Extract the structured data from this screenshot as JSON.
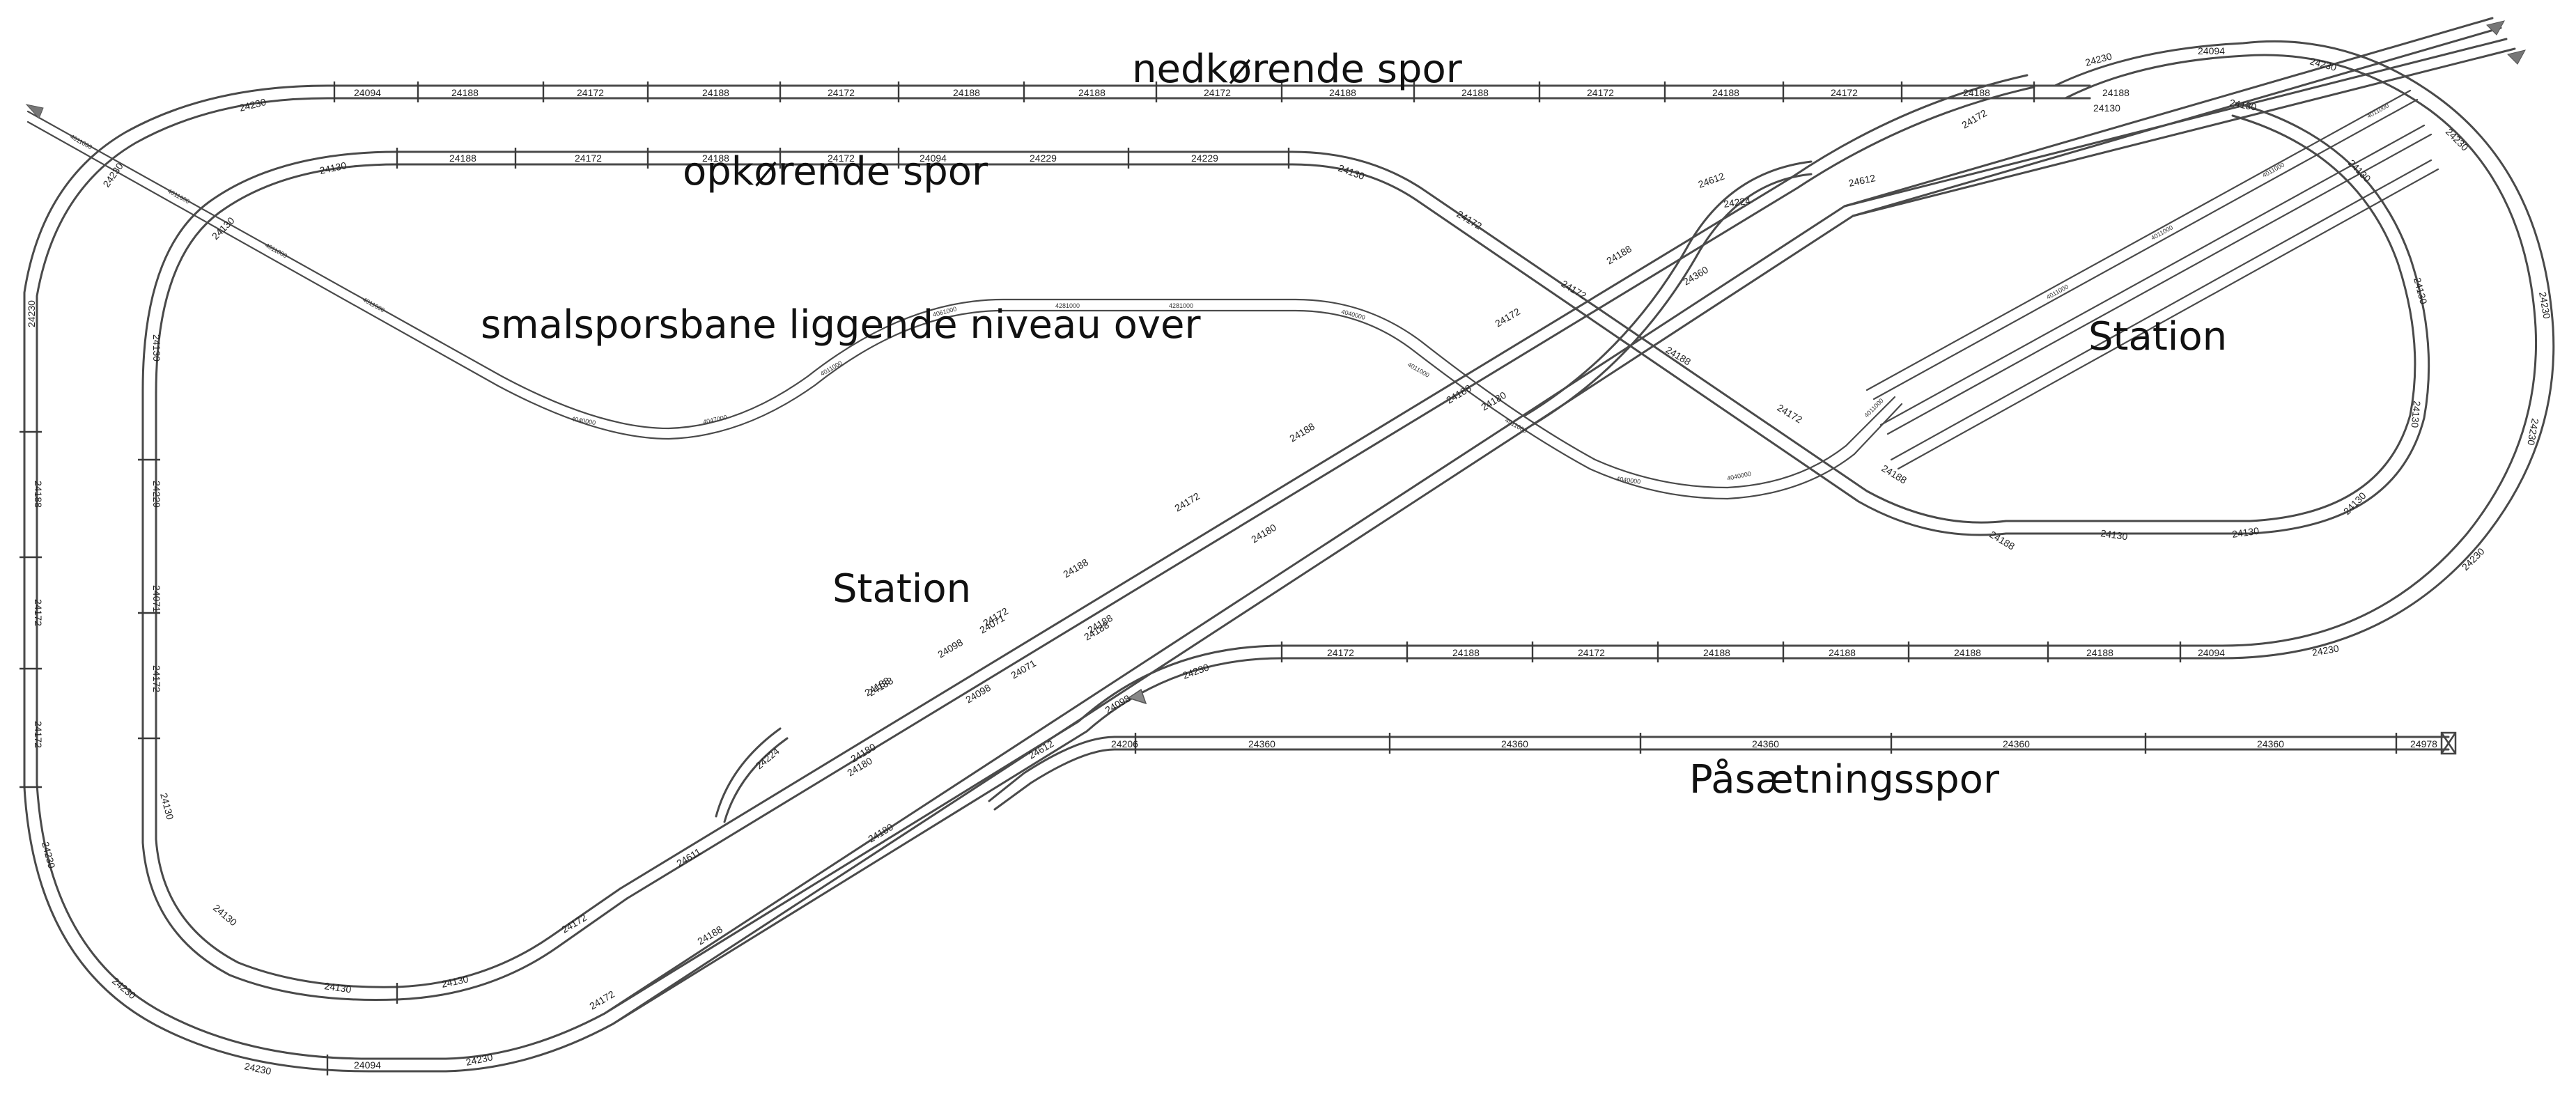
{
  "labels": {
    "down_track": "nedkørende spor",
    "up_track": "opkørende spor",
    "narrow_gauge": "smalsporsbane liggende niveau over",
    "station_center": "Station",
    "station_right": "Station",
    "feed_track": "Påsætningsspor"
  },
  "pieces": {
    "outer_top": [
      "24094",
      "24188",
      "24172",
      "24188",
      "24172",
      "24188",
      "24188",
      "24172",
      "24188",
      "24188",
      "24172",
      "24188",
      "24172",
      "24188",
      "24188"
    ],
    "outer_top_left_curve": "24230",
    "inner_top": [
      "24130",
      "24188",
      "24172",
      "24188",
      "24172",
      "24094",
      "24229",
      "24229",
      "24130"
    ],
    "outer_left": [
      "24230",
      "24230",
      "24188",
      "24172",
      "24172",
      "24230",
      "24230"
    ],
    "inner_left": [
      "24130",
      "24130",
      "24229",
      "24071",
      "24172",
      "24130",
      "24130"
    ],
    "outer_bottom": [
      "24230",
      "24094",
      "24230",
      "24172",
      "24188",
      "24180"
    ],
    "inner_bottom": [
      "24130",
      "24130",
      "24172",
      "24611"
    ],
    "diag_up": [
      "24188",
      "24172",
      "24188",
      "24172",
      "24188",
      "24071",
      "24098",
      "24188",
      "24224",
      "24172",
      "24188",
      "24612",
      "24172"
    ],
    "diag_down": [
      "24180",
      "24188",
      "24071",
      "24098",
      "24180",
      "24188",
      "24180",
      "24360",
      "24180",
      "24188"
    ],
    "crossing_upper": [
      "24224",
      "24612",
      "24172",
      "24188",
      "24172",
      "24188",
      "24172",
      "24188"
    ],
    "right_outer": [
      "24230",
      "24094",
      "24230",
      "24230",
      "24230",
      "24230",
      "24230",
      "24230"
    ],
    "right_inner": [
      "24130",
      "24130",
      "24130",
      "24130",
      "24130",
      "24130",
      "24130",
      "24130"
    ],
    "lower_return": [
      "24230",
      "24172",
      "24188",
      "24172",
      "24188",
      "24188",
      "24188",
      "24188",
      "24094",
      "24230"
    ],
    "feed": [
      "24206",
      "24360",
      "24360",
      "24360",
      "24360",
      "24360",
      "24978"
    ],
    "feed_switch": [
      "24612",
      "24098"
    ],
    "narrow": [
      "4011000",
      "4011000",
      "4011000",
      "4011000",
      "4040000",
      "4047000",
      "4011000",
      "4061000",
      "4281000",
      "4281000",
      "4040000",
      "4011000",
      "4011000",
      "4040000",
      "4040000",
      "4011000",
      "4011000",
      "4011000",
      "4011000",
      "4011000"
    ]
  },
  "icons": {
    "arrow_left": "track-end-arrow-icon",
    "arrow_right_1": "track-end-arrow-icon",
    "arrow_right_2": "track-end-arrow-icon",
    "bumper": "buffer-stop-icon",
    "switch_marker": "switch-marker-icon"
  }
}
